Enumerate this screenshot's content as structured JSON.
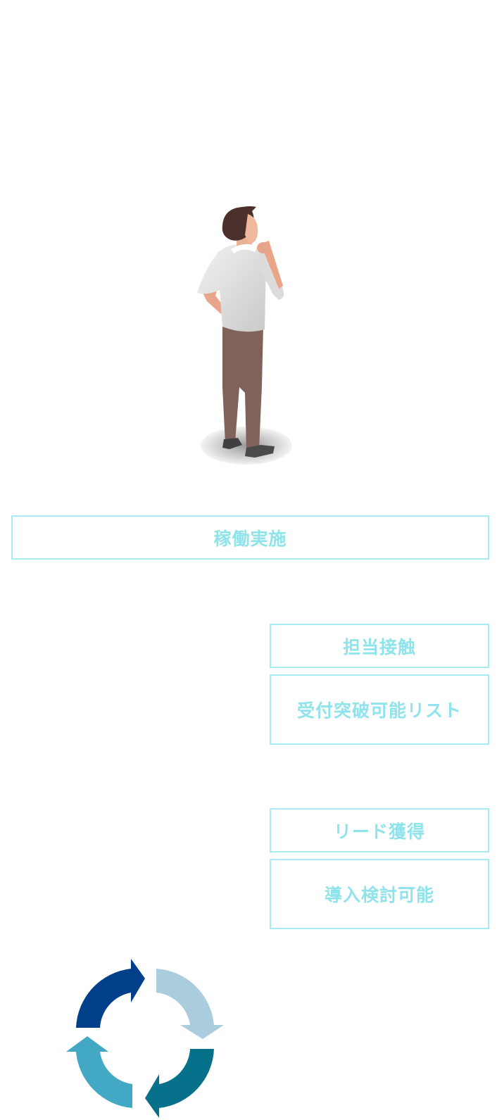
{
  "boxes": {
    "kadou": "稼働実施",
    "tantou": "担当接触",
    "uketsuke": "受付突破可能リスト",
    "lead": "リード獲得",
    "dounyu": "導入検討可能"
  },
  "colors": {
    "box_border": "#a7ecf0",
    "box_text": "#8fe3ea",
    "arrow_dark_blue": "#003f8a",
    "arrow_light_blue": "#a9cddc",
    "arrow_teal": "#07708a",
    "arrow_mid_blue": "#43a8c4"
  },
  "icons": {
    "figure": "thinking-man-illustration",
    "cycle": "cycle-arrows-icon"
  }
}
